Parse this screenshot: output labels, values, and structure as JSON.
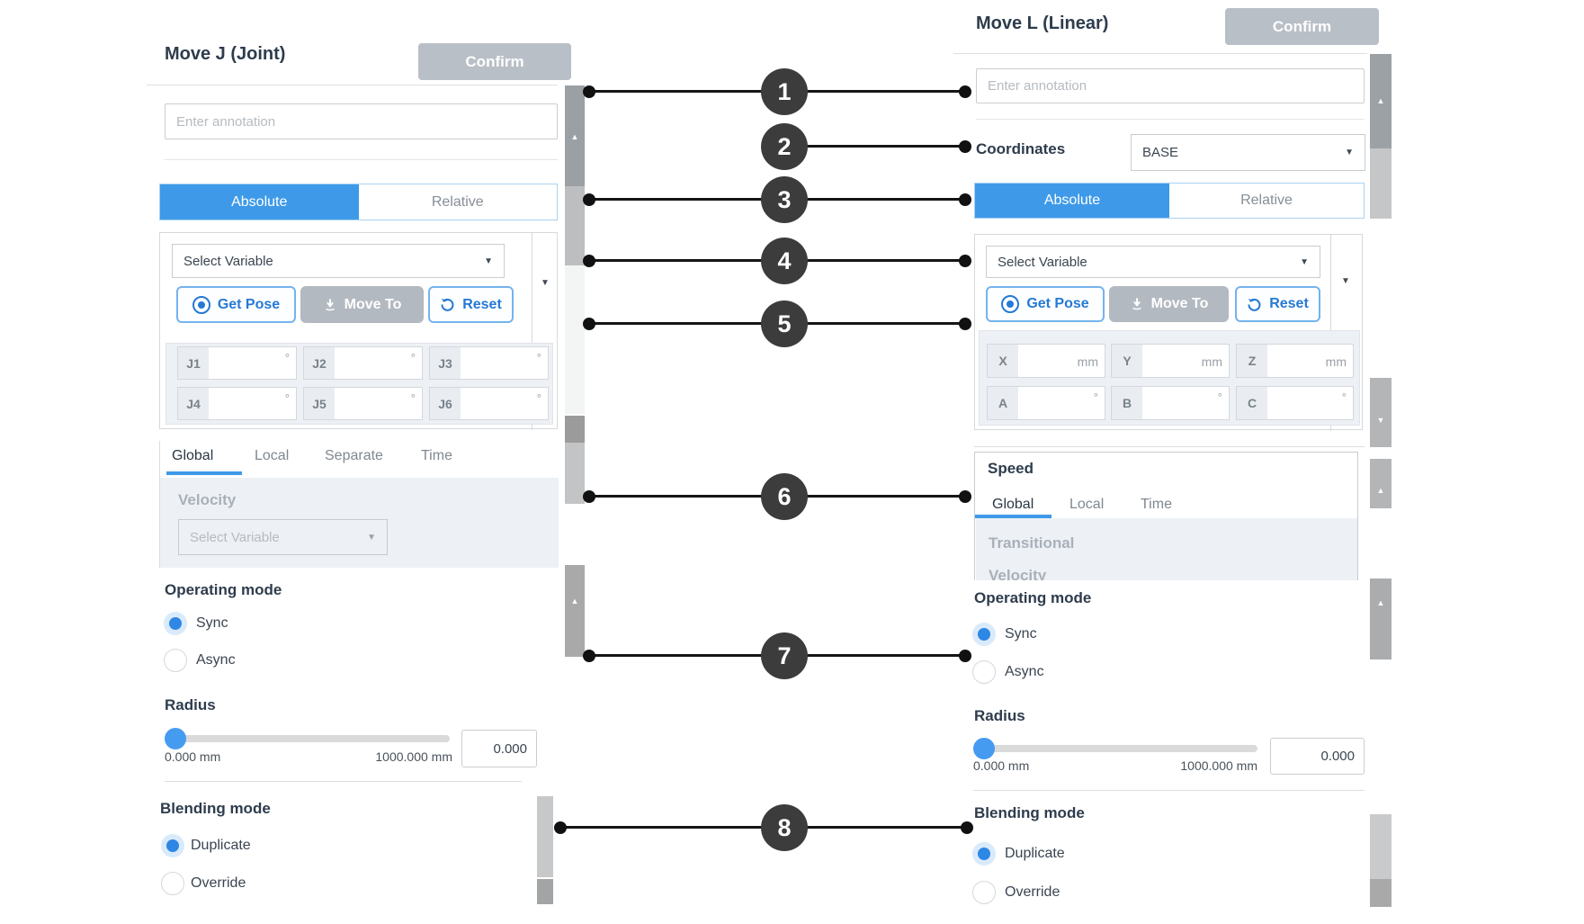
{
  "icons": {
    "caret_down": "▼",
    "triangle_up": "▲",
    "triangle_down": "▼"
  },
  "callouts": {
    "n1": "1",
    "n2": "2",
    "n3": "3",
    "n4": "4",
    "n5": "5",
    "n6": "6",
    "n7": "7",
    "n8": "8"
  },
  "left_panel": {
    "title": "Move J (Joint)",
    "confirm": "Confirm",
    "annotation_placeholder": "Enter annotation",
    "tab_absolute": "Absolute",
    "tab_relative": "Relative",
    "select_variable": "Select Variable",
    "get_pose": "Get Pose",
    "move_to": "Move To",
    "reset": "Reset",
    "joints": {
      "j1": "J1",
      "j2": "J2",
      "j3": "J3",
      "j4": "J4",
      "j5": "J5",
      "j6": "J6"
    },
    "deg_unit": "°",
    "speed_tabs": {
      "global": "Global",
      "local": "Local",
      "separate": "Separate",
      "time": "Time"
    },
    "velocity_label": "Velocity",
    "velocity_placeholder": "Select Variable",
    "operating_mode": {
      "heading": "Operating mode",
      "sync": "Sync",
      "async": "Async"
    },
    "radius": {
      "heading": "Radius",
      "min": "0.000 mm",
      "max": "1000.000 mm",
      "value": "0.000"
    },
    "blending": {
      "heading": "Blending mode",
      "duplicate": "Duplicate",
      "override": "Override"
    }
  },
  "right_panel": {
    "title": "Move L (Linear)",
    "confirm": "Confirm",
    "annotation_placeholder": "Enter annotation",
    "coordinates_label": "Coordinates",
    "coordinates_value": "BASE",
    "tab_absolute": "Absolute",
    "tab_relative": "Relative",
    "select_variable": "Select Variable",
    "get_pose": "Get Pose",
    "move_to": "Move To",
    "reset": "Reset",
    "pose": {
      "x": "X",
      "y": "Y",
      "z": "Z",
      "a": "A",
      "b": "B",
      "c": "C",
      "mm_unit": "mm",
      "deg_unit": "°"
    },
    "speed": {
      "heading": "Speed",
      "tab_global": "Global",
      "tab_local": "Local",
      "tab_time": "Time",
      "transitional": "Transitional",
      "velocity_clipped": "Velocity"
    },
    "operating_mode": {
      "heading": "Operating mode",
      "sync": "Sync",
      "async": "Async"
    },
    "radius": {
      "heading": "Radius",
      "min": "0.000 mm",
      "max": "1000.000 mm",
      "value": "0.000"
    },
    "blending": {
      "heading": "Blending mode",
      "duplicate": "Duplicate",
      "override": "Override"
    }
  }
}
